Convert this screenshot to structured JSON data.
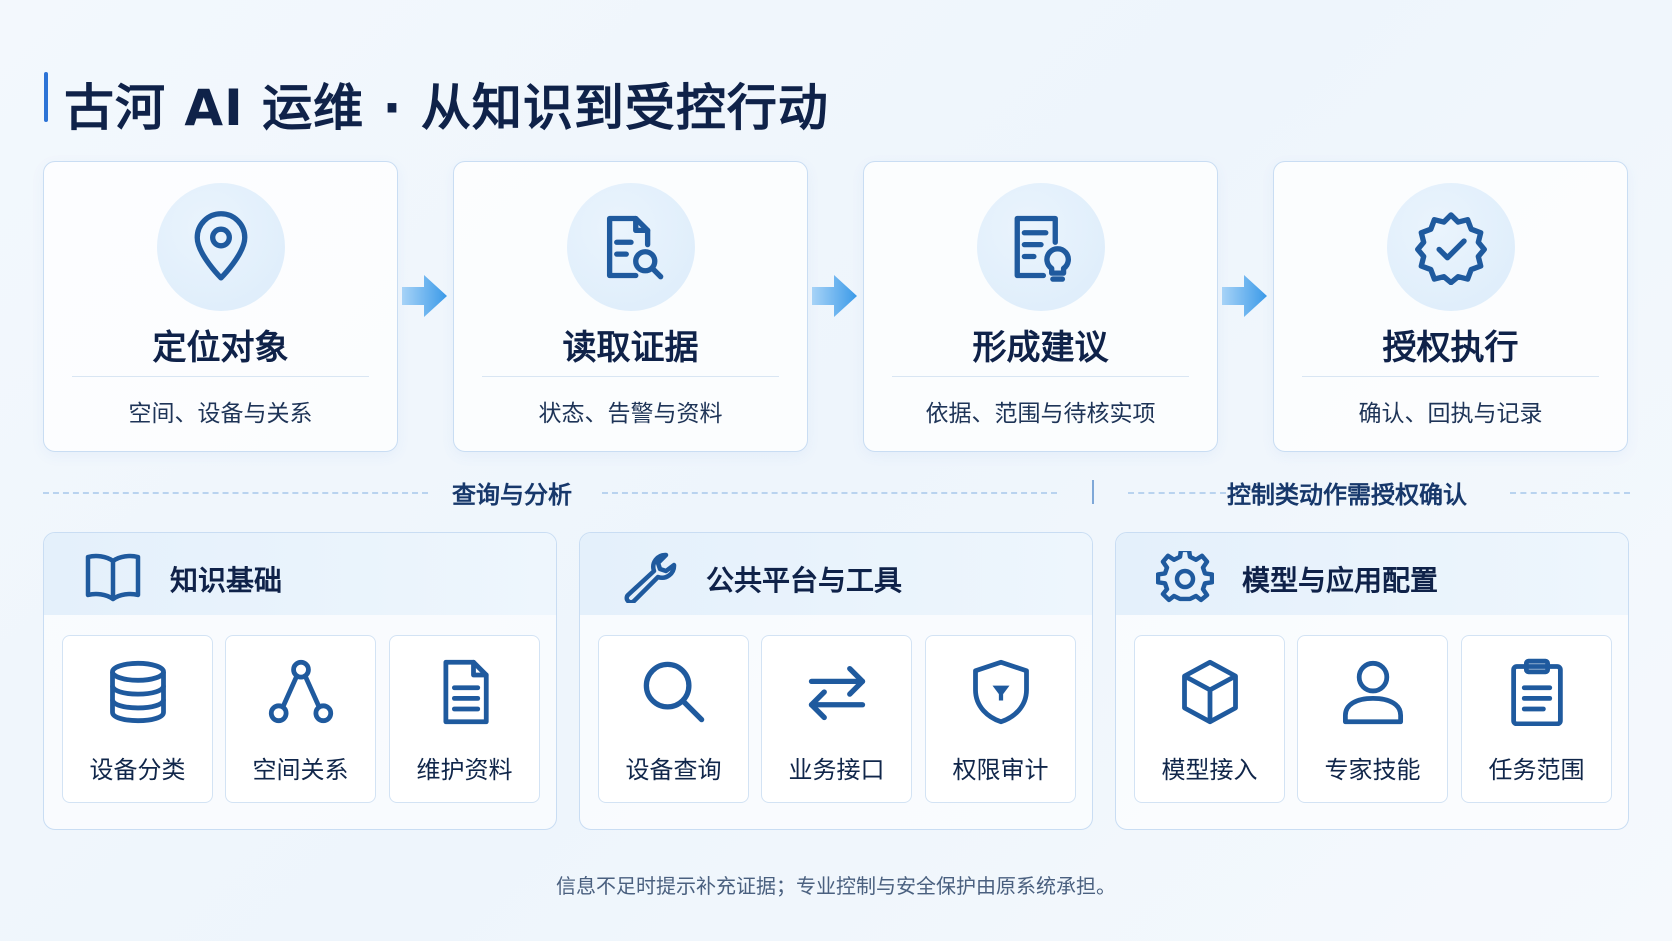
{
  "title": "古河 AI 运维 · 从知识到受控行动",
  "steps": [
    {
      "title": "定位对象",
      "subtitle": "空间、设备与关系",
      "icon": "map-pin-icon"
    },
    {
      "title": "读取证据",
      "subtitle": "状态、告警与资料",
      "icon": "document-search-icon"
    },
    {
      "title": "形成建议",
      "subtitle": "依据、范围与待核实项",
      "icon": "document-lightbulb-icon"
    },
    {
      "title": "授权执行",
      "subtitle": "确认、回执与记录",
      "icon": "badge-check-icon"
    }
  ],
  "labels": {
    "query": "查询与分析",
    "control": "控制类动作需授权确认"
  },
  "groups": [
    {
      "title": "知识基础",
      "icon": "book-icon",
      "items": [
        {
          "label": "设备分类",
          "icon": "database-icon"
        },
        {
          "label": "空间关系",
          "icon": "graph-nodes-icon"
        },
        {
          "label": "维护资料",
          "icon": "document-icon"
        }
      ]
    },
    {
      "title": "公共平台与工具",
      "icon": "wrench-icon",
      "items": [
        {
          "label": "设备查询",
          "icon": "search-icon"
        },
        {
          "label": "业务接口",
          "icon": "swap-arrows-icon"
        },
        {
          "label": "权限审计",
          "icon": "shield-icon"
        }
      ]
    },
    {
      "title": "模型与应用配置",
      "icon": "gear-icon",
      "items": [
        {
          "label": "模型接入",
          "icon": "cube-icon"
        },
        {
          "label": "专家技能",
          "icon": "user-icon"
        },
        {
          "label": "任务范围",
          "icon": "clipboard-icon"
        }
      ]
    }
  ],
  "footer": "信息不足时提示补充证据；专业控制与安全保护由原系统承担。",
  "colors": {
    "accent": "#1f5a9e",
    "title": "#0f2249",
    "border": "#c9ddf3"
  }
}
